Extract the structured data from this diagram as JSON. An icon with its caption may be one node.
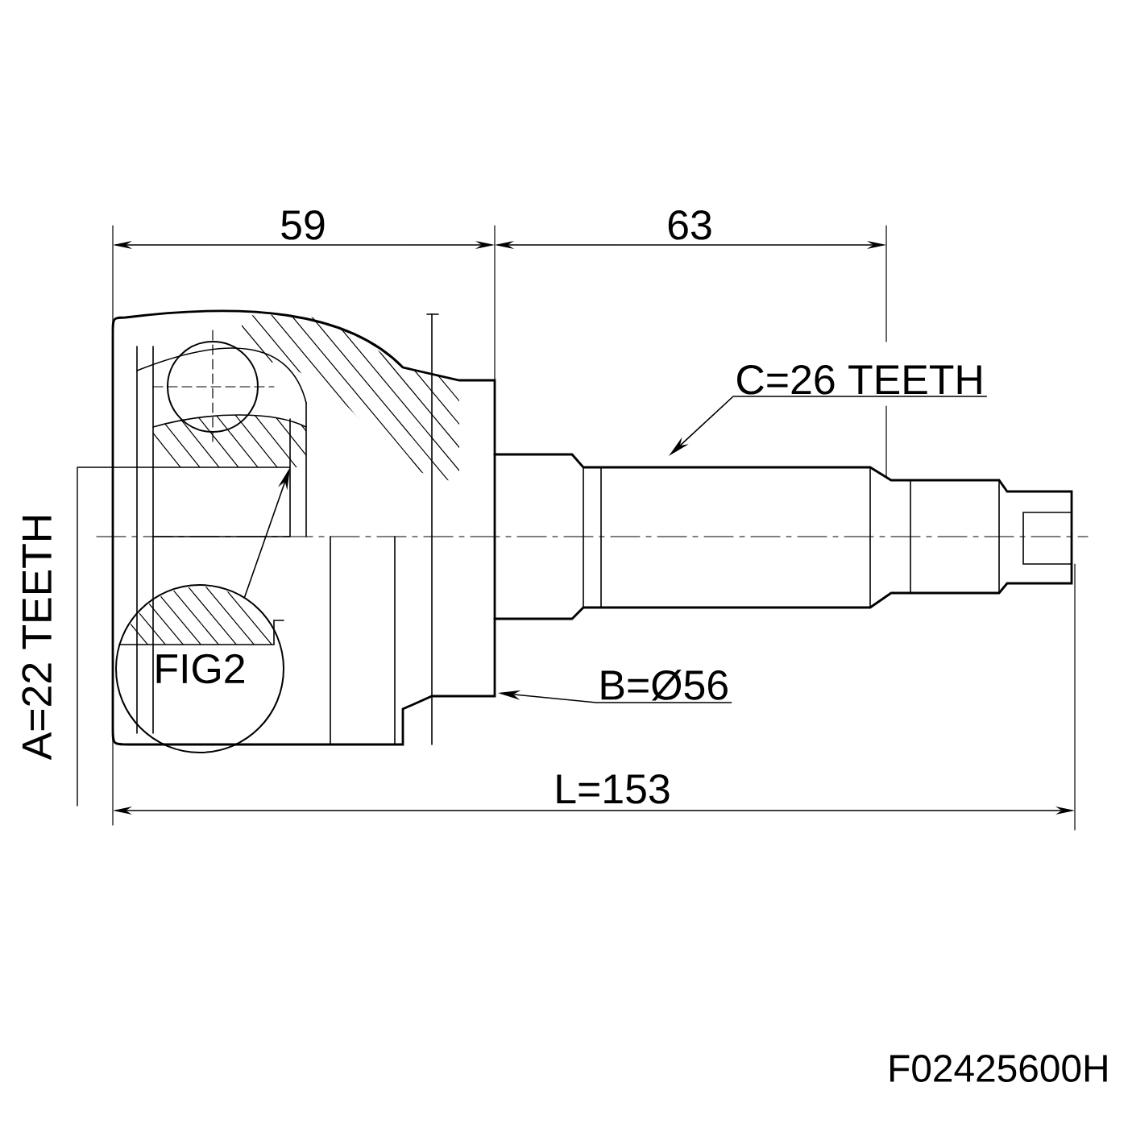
{
  "diagram": {
    "nodes": [
      {
        "text": [
          "C=26 TEETH"
        ]
      },
      {
        "text": [
          "FIG2"
        ]
      },
      {
        "text": [
          "B=Ø56"
        ]
      }
    ],
    "edges": [
      {
        "from": 0,
        "to": null,
        "arrow": "to"
      },
      {
        "from": 1,
        "to": null,
        "arrow": "to"
      },
      {
        "from": 2,
        "to": null,
        "arrow": "to"
      }
    ],
    "labels": [
      "59",
      "63",
      "A=22 TEETH",
      "L=153",
      "F02425600H"
    ]
  }
}
